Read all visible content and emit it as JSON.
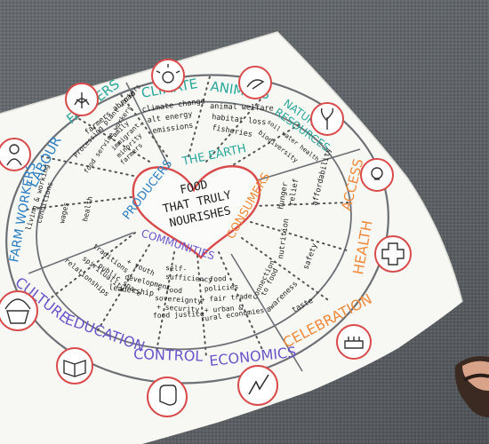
{
  "colors": {
    "carpet": "#5d6266",
    "paper": "#f7f7f4",
    "ring": "#7a7d80",
    "heart": "#d94b4b",
    "teal": "#2aa79b",
    "orange": "#f08a3c",
    "purple": "#6b56c9",
    "blue": "#2d7fc1",
    "ink": "#222222"
  },
  "center": {
    "line1": "FOOD",
    "line2": "THAT TRULY",
    "line3": "NOURISHES"
  },
  "sectors": {
    "farmers": "FARMERS",
    "climate": "CLIMATE",
    "animals": "ANIMALS",
    "natural_resources_1": "NATURAL",
    "natural_resources_2": "RESOURCES",
    "access": "ACCESS",
    "health": "HEALTH",
    "celebration": "CELEBRATION",
    "economics": "ECONOMICS",
    "control": "CONTROL",
    "education": "EDUCATION",
    "culture": "CULTURE",
    "farm_workers": "FARM WORKERS",
    "labour": "LABOUR"
  },
  "inner_groups": {
    "producers": "PRODUCERS",
    "the_earth": "THE EARTH",
    "consumers": "CONSUMERS",
    "communities": "COMMUNITIES"
  },
  "notes": {
    "climate_1": "climate change",
    "climate_2": "alt energy",
    "climate_3": "emissions",
    "animals_1": "animal welfare",
    "animals_2": "habitat loss",
    "animals_3": "fisheries",
    "nr_1": "soil water health",
    "nr_2": "biodiversity",
    "farmers_1": "farmers abroad",
    "farmers_2": "Processing plant workers",
    "farmers_3": "food service workers",
    "farmers_4": "Family",
    "farmers_5": "immigrant,",
    "farmers_6": "minority",
    "farmers_7": "farmers",
    "labour_1": "living & working",
    "labour_2": "conditions",
    "labour_3": "wages",
    "labour_4": "health",
    "access_1": "hunger",
    "access_2": "relief",
    "access_3": "affordability",
    "health_1": "nutrition",
    "health_2": "safety",
    "cel_1": "connection",
    "cel_2": "to food",
    "cel_3": "awareness",
    "cel_4": "taste",
    "cult_1": "traditions",
    "cult_2": "spirituality",
    "cult_3": "relationships",
    "edu_1": "public space",
    "edu_2": "+ youth",
    "edu_3": "development",
    "edu_4": "leadership",
    "ctrl_1": "self-",
    "ctrl_2": "sufficiency",
    "ctrl_3": "+ food",
    "ctrl_4": "sovereignty",
    "ctrl_5": "+ security",
    "ctrl_6": "food justice",
    "econ_1": "+ food",
    "econ_2": "policies",
    "econ_3": "+ fair trade",
    "econ_4": "+ urban &",
    "econ_5": "rural economies"
  },
  "icons": [
    "wheat-icon",
    "sun-icon",
    "bird-icon",
    "plant-icon",
    "lightbulb-icon",
    "cross-icon",
    "cake-icon",
    "lightning-icon",
    "fist-icon",
    "book-icon",
    "basket-icon",
    "person-icon"
  ]
}
